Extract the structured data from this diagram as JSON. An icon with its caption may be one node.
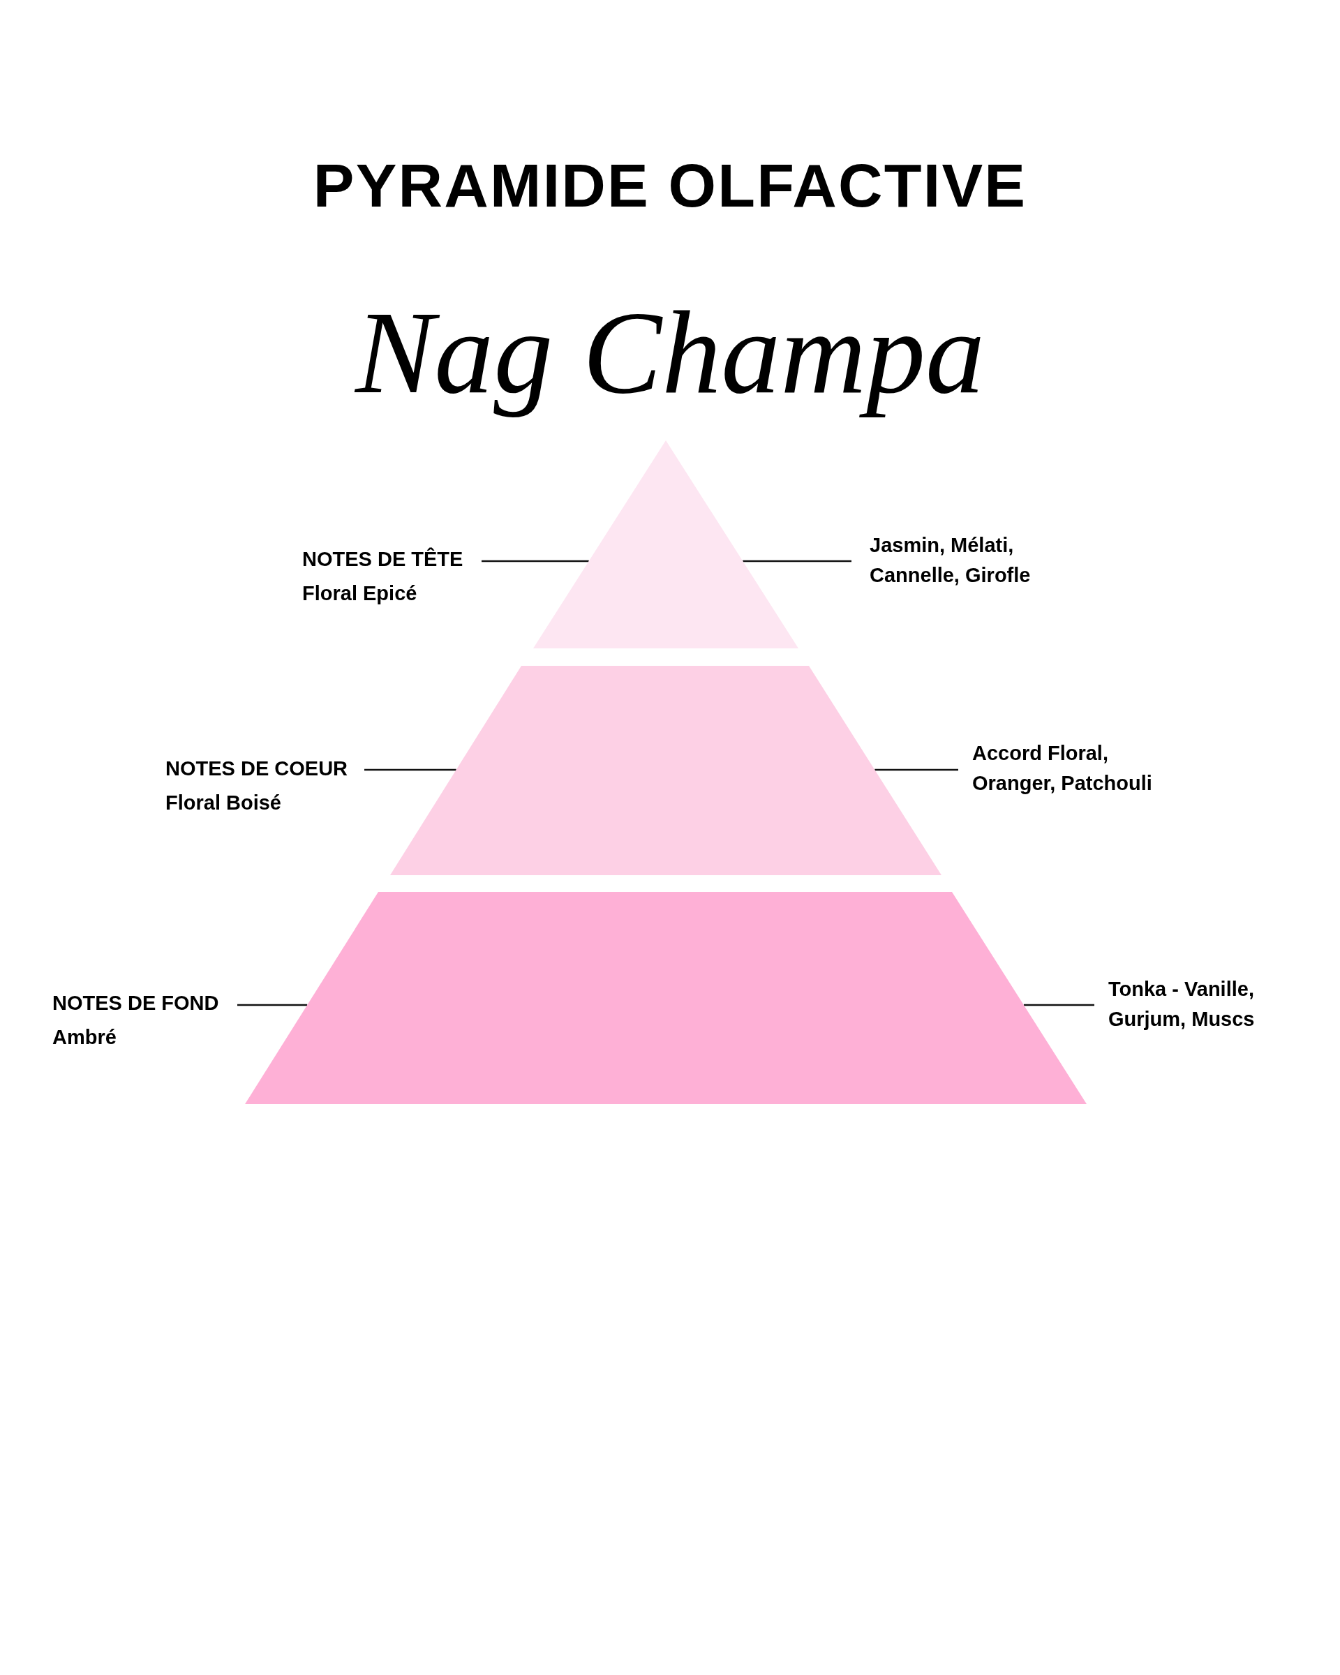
{
  "diagram": {
    "title": "PYRAMIDE OLFACTIVE",
    "nodes": [
      {
        "text": [],
        "shape": "triangle"
      },
      {
        "text": [],
        "shape": "trapezoid"
      },
      {
        "text": [],
        "shape": "trapezoid"
      },
      {
        "text": [
          "NOTES DE TÊTE",
          "Floral Epicé"
        ]
      },
      {
        "text": [
          "Jasmin, Mélati, Cannelle, Girofle"
        ]
      },
      {
        "text": [
          "NOTES DE COEUR",
          "Floral Boisé"
        ]
      },
      {
        "text": [
          "Accord Floral, Oranger, Patchouli"
        ]
      },
      {
        "text": [
          "NOTES DE FOND",
          "Ambré"
        ]
      },
      {
        "text": [
          "Tonka - Vanille, Gurjum, Muscs"
        ]
      }
    ],
    "edges": [
      {
        "from": 3,
        "to": 0,
        "arrow": "none"
      },
      {
        "from": 4,
        "to": 0,
        "arrow": "none"
      },
      {
        "from": 5,
        "to": 1,
        "arrow": "none"
      },
      {
        "from": 6,
        "to": 1,
        "arrow": "none"
      },
      {
        "from": 7,
        "to": 2,
        "arrow": "none"
      },
      {
        "from": 8,
        "to": 2,
        "arrow": "none"
      }
    ],
    "labels": [
      "Nag Champa"
    ]
  }
}
